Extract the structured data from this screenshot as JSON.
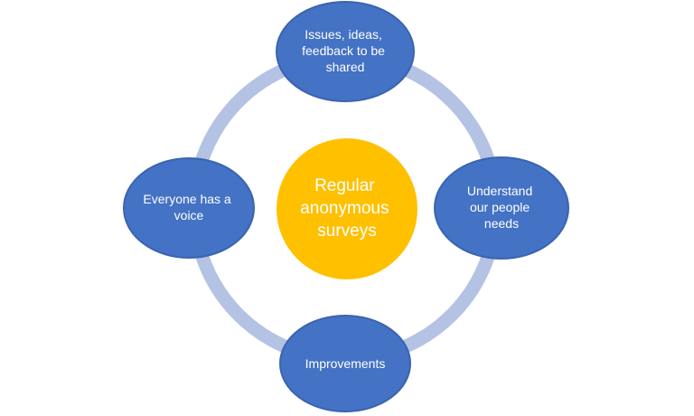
{
  "diagram": {
    "center": {
      "lines": [
        "Regular",
        "anonymous",
        "surveys"
      ]
    },
    "nodes": [
      {
        "id": "top",
        "lines": [
          "Issues, ideas,",
          "feedback to be",
          "shared"
        ]
      },
      {
        "id": "right",
        "lines": [
          "Understand",
          "our people",
          "needs"
        ]
      },
      {
        "id": "bottom",
        "lines": [
          "Improvements"
        ]
      },
      {
        "id": "left",
        "lines": [
          "Everyone has a",
          "voice"
        ]
      }
    ],
    "colors": {
      "ring": "#b4c2e3",
      "node_fill": "#4472c4",
      "node_stroke": "#3a64af",
      "center_fill": "#ffc000",
      "text": "#ffffff"
    }
  }
}
